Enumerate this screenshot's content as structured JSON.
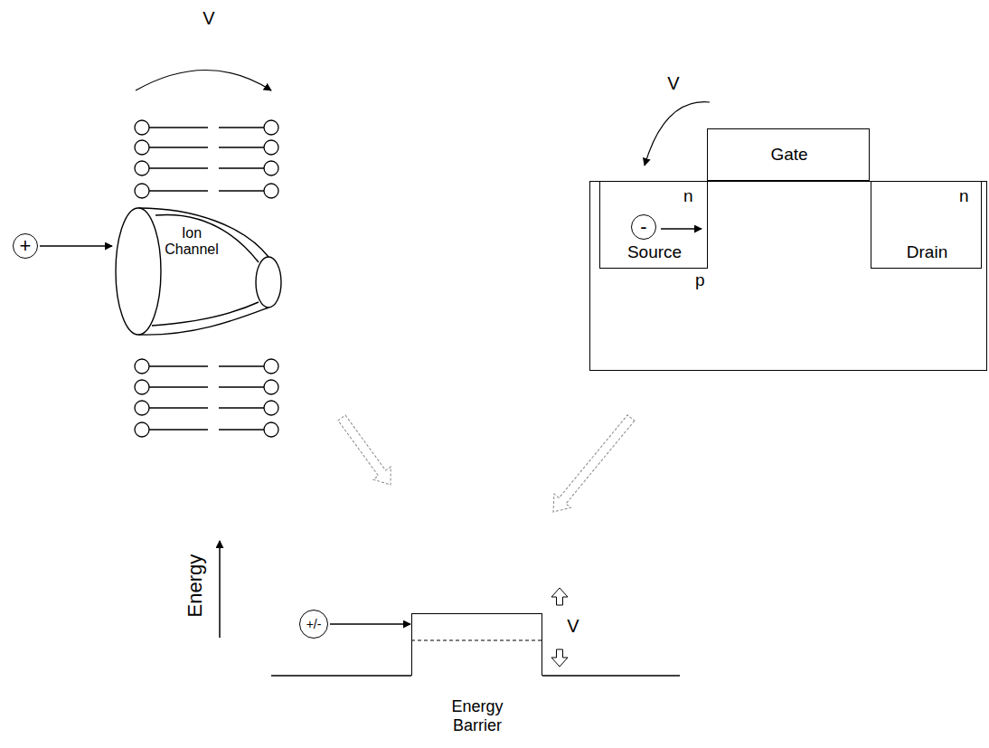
{
  "diagram": {
    "nodes": [
      {
        "text": [
          "Ion Channel"
        ]
      },
      {
        "text": [
          "+"
        ]
      },
      {
        "text": [
          "p"
        ]
      },
      {
        "text": [
          "n",
          "Source"
        ],
        "in": 2
      },
      {
        "text": [
          "-"
        ],
        "in": 3
      },
      {
        "text": [
          "Gate"
        ]
      },
      {
        "text": [
          "n",
          "Drain"
        ],
        "in": 2
      },
      {
        "text": [
          "+/-"
        ]
      },
      {
        "text": [
          "Energy Barrier"
        ]
      }
    ],
    "edges": [
      {
        "from": 1,
        "to": 0,
        "arrow": "to"
      },
      {
        "from": 7,
        "to": 8,
        "arrow": "to"
      }
    ],
    "labels": [
      "V",
      "V",
      "Energy",
      "V"
    ]
  }
}
